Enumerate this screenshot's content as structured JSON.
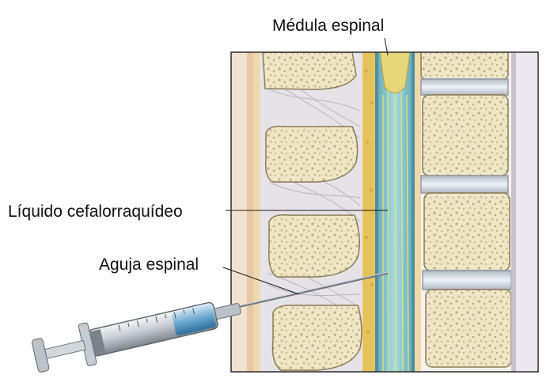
{
  "labels": {
    "spinal_cord": "Médula espinal",
    "csf": "Líquido cefalorraquídeo",
    "needle": "Aguja espinal"
  },
  "colors": {
    "frame": "#2b2b2b",
    "bone": "#efe7cf",
    "bone_texture": "#b9a77a",
    "disc": "#d5dde6",
    "ligament": "#e4e1e6",
    "dura": "#e6c35a",
    "csf": "#8fc7cf",
    "cord": "#d9d27a",
    "syringe_fluid": "#6aa6cf",
    "metal": "#9aa2ab"
  },
  "icons": {
    "syringe": "syringe-icon"
  }
}
